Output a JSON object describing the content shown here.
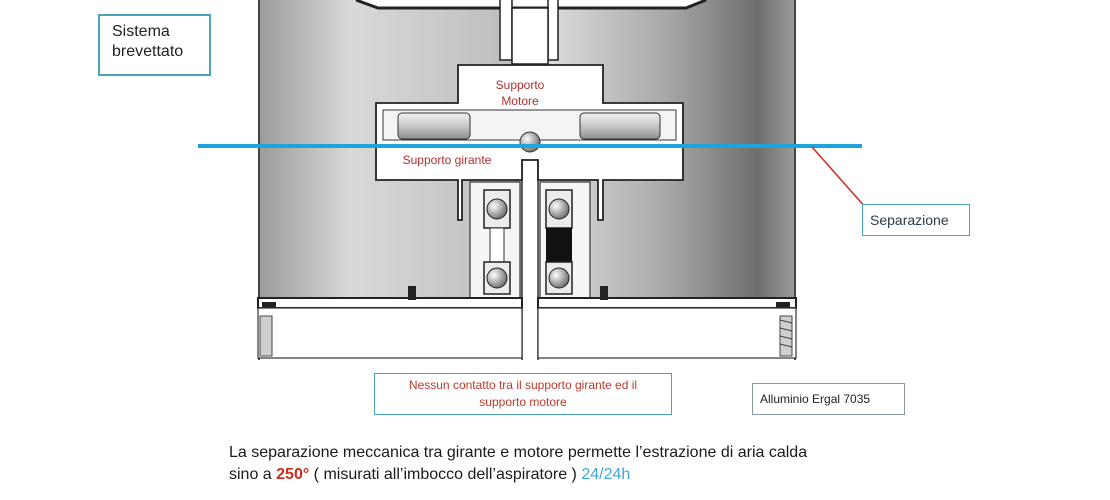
{
  "badge": {
    "line1": "Sistema",
    "line2": "brevettato"
  },
  "labels": {
    "motor_support_1": "Supporto",
    "motor_support_2": "Motore",
    "impeller_support": "Supporto girante",
    "separation": "Separazione",
    "no_contact_1": "Nessun contatto tra il supporto girante ed il",
    "no_contact_2": "supporto motore",
    "alloy": "Alluminio  Ergal 7035"
  },
  "caption": {
    "line1": "La separazione meccanica tra girante e motore permette l’estrazione di aria calda",
    "line2_prefix": "sino a ",
    "temperature": "250°",
    "line2_middle": " ( misurati  all’imbocco dell’aspiratore )  ",
    "duty": "24/24h"
  },
  "colors": {
    "separation_line": "#1fa3d8",
    "accent_red": "#d12a1a",
    "box_border": "#4aa3b8",
    "duty": "#3fa7d6"
  }
}
